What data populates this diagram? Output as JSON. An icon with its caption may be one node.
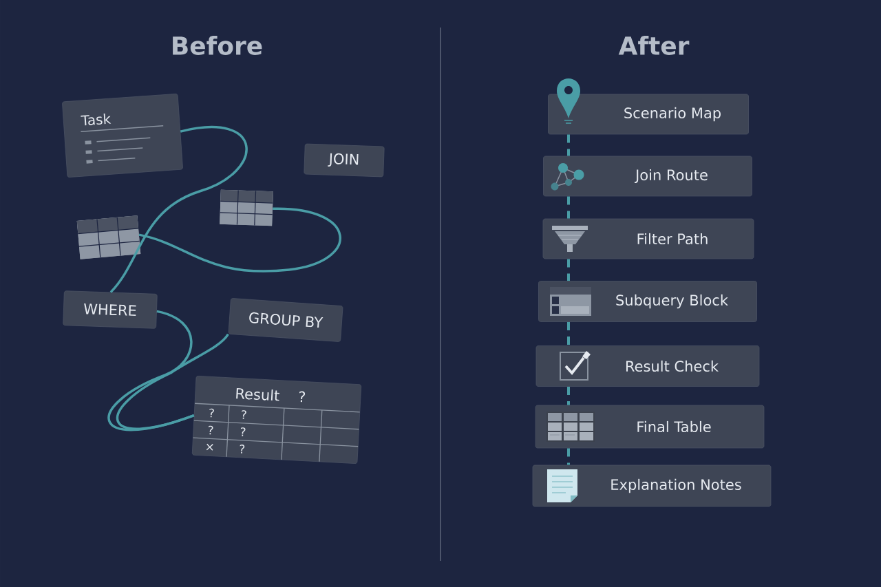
{
  "diagram": {
    "nodes": [
      {
        "text": [
          "Task"
        ]
      },
      {
        "text": [
          "JOIN"
        ]
      },
      {
        "text": [],
        "shape": "table"
      },
      {
        "text": [],
        "shape": "table"
      },
      {
        "text": [
          "WHERE"
        ]
      },
      {
        "text": [
          "GROUP BY"
        ]
      },
      {
        "text": [
          "Result",
          "?",
          "?",
          "?",
          "?",
          "?",
          "×",
          "?"
        ]
      },
      {
        "text": [
          "Scenario Map"
        ]
      },
      {
        "text": [
          "Join Route"
        ]
      },
      {
        "text": [
          "Filter Path"
        ]
      },
      {
        "text": [
          "Subquery Block"
        ]
      },
      {
        "text": [
          "Result Check"
        ]
      },
      {
        "text": [
          "Final Table"
        ]
      },
      {
        "text": [
          "Explanation Notes"
        ]
      }
    ],
    "edges": [
      {
        "from": 0,
        "to": 4,
        "arrow": "none"
      },
      {
        "from": 2,
        "to": 3,
        "arrow": "none"
      },
      {
        "from": 4,
        "to": 6,
        "arrow": "none"
      },
      {
        "from": 5,
        "to": 6,
        "arrow": "none"
      },
      {
        "from": 7,
        "to": 8,
        "arrow": "none",
        "style": "dashed"
      },
      {
        "from": 8,
        "to": 9,
        "arrow": "none",
        "style": "dashed"
      },
      {
        "from": 9,
        "to": 10,
        "arrow": "none",
        "style": "dashed"
      },
      {
        "from": 10,
        "to": 11,
        "arrow": "none",
        "style": "dashed"
      },
      {
        "from": 11,
        "to": 12,
        "arrow": "none",
        "style": "dashed"
      },
      {
        "from": 12,
        "to": 13,
        "arrow": "none",
        "style": "dashed"
      }
    ],
    "labels": [
      "Before",
      "After"
    ]
  }
}
